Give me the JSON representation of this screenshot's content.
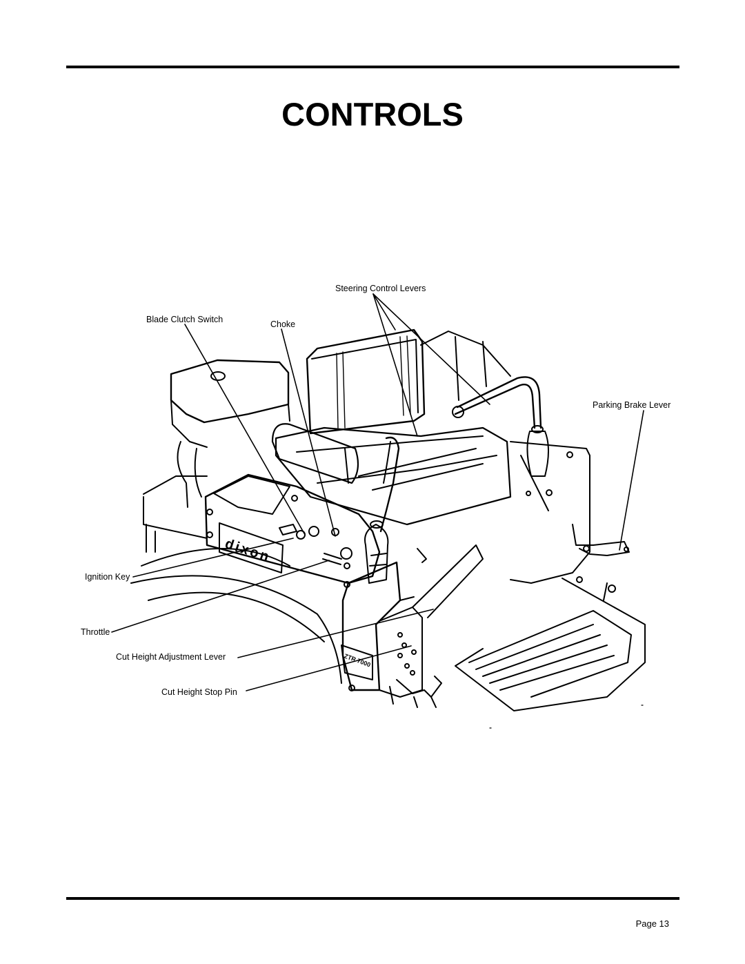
{
  "page": {
    "title": "CONTROLS",
    "page_number": "Page 13"
  },
  "labels": {
    "steering": "Steering Control Levers",
    "blade_clutch": "Blade Clutch Switch",
    "choke": "Choke",
    "parking_brake": "Parking Brake Lever",
    "ignition": "Ignition Key",
    "throttle": "Throttle",
    "cut_height_lever": "Cut Height Adjustment Lever",
    "cut_height_pin": "Cut Height Stop Pin"
  },
  "figure": {
    "brand_decal": "DIXON",
    "model_decal": "ZTR 7000"
  }
}
